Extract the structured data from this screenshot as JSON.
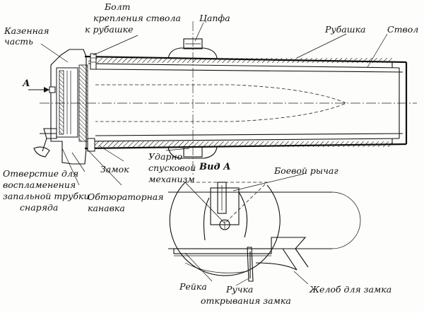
{
  "labels": {
    "bolt_line1": "Болт",
    "bolt_line2": "крепления ствола",
    "bolt_line3": "к рубашке",
    "trunnion": "Цапфа",
    "jacket": "Рубашка",
    "barrel": "Ствол",
    "breech_line1": "Казенная",
    "breech_line2": "часть",
    "arrow_a": "А",
    "view_a": "Вид А",
    "trigger_line1": "Ударно",
    "trigger_line2": "спусковой",
    "trigger_line3": "механизм",
    "firing_lever": "Боевой рычаг",
    "lock": "Замок",
    "hole_line1": "Отверстие для",
    "hole_line2": "воспламенения",
    "hole_line3": "запальной трубки",
    "hole_line4": "снаряда",
    "groove_line1": "Обтюраторная",
    "groove_line2": "канавка",
    "rack": "Рейка",
    "handle_line1": "Ручка",
    "handle_line2": "открывания замка",
    "chute": "Желоб для замка"
  }
}
